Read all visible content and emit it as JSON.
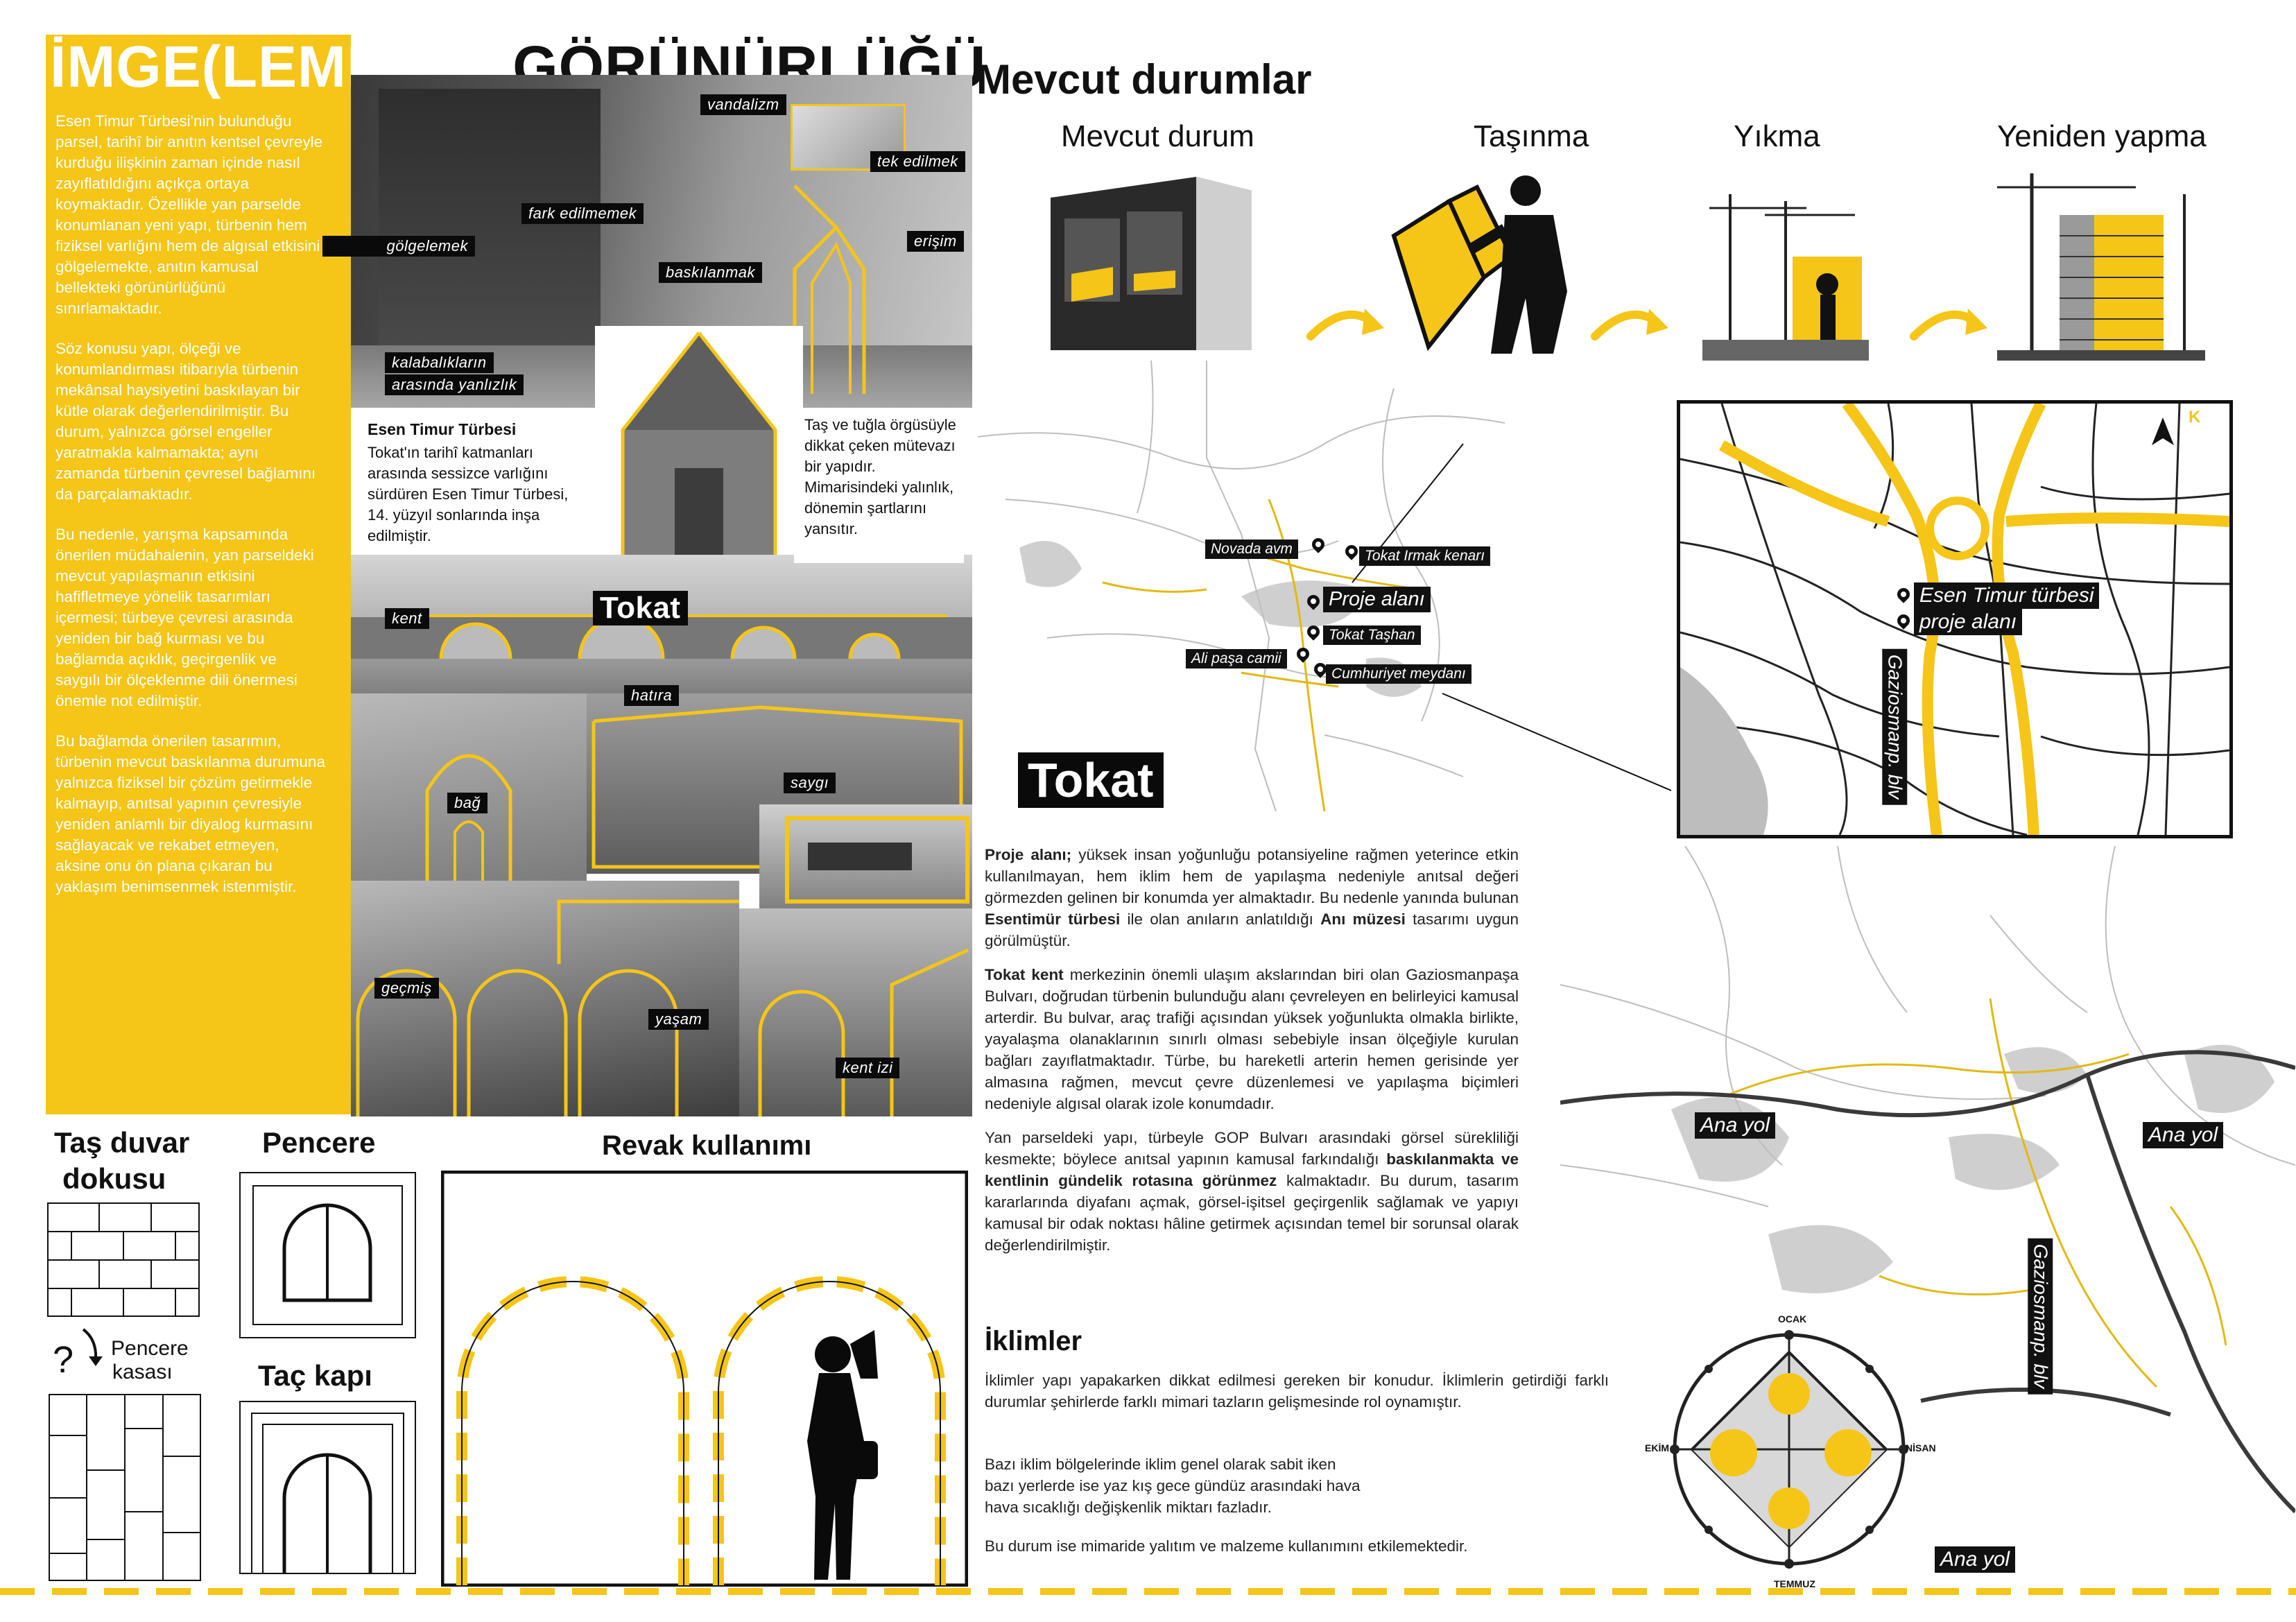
{
  "header": {
    "title_part1": "İMGE(LEME)nİn",
    "title_part2": "GÖRÜNÜRLÜĞÜ"
  },
  "left_panel": {
    "paragraph1": "Esen Timur Türbesi'nin bulunduğu parsel, tarihî bir anıtın kentsel çevreyle kurduğu ilişkinin zaman içinde nasıl zayıflatıldığını açıkça ortaya koymaktadır. Özellikle yan parselde konumlanan yeni yapı, türbenin hem fiziksel varlığını hem de algısal etkisini gölgelemekte, anıtın kamusal bellekteki görünürlüğünü sınırlamaktadır.",
    "paragraph2": "Söz konusu yapı, ölçeği ve konumlandırması itibarıyla türbenin mekânsal haysiyetini baskılayan bir kütle olarak değerlendirilmiştir. Bu durum, yalnızca görsel engeller yaratmakla kalmamakta; aynı zamanda türbenin çevresel bağlamını da parçalamaktadır.",
    "paragraph3": "Bu nedenle, yarışma kapsamında önerilen müdahalenin, yan parseldeki mevcut yapılaşmanın etkisini hafifletmeye yönelik tasarımları içermesi; türbeye çevresi arasında yeniden bir bağ kurması ve bu bağlamda açıklık, geçirgenlik ve saygılı bir ölçeklenme dili önermesi önemle not edilmiştir.",
    "paragraph4": "Bu bağlamda önerilen tasarımın, türbenin mevcut baskılanma durumuna yalnızca fiziksel bir çözüm getirmekle kalmayıp, anıtsal yapının çevresiyle yeniden anlamlı bir diyalog kurmasını sağlayacak ve rekabet etmeyen, aksine onu ön plana çıkaran bu yaklaşım benimsenmek istenmiştir."
  },
  "collage_tags": {
    "vandalizm": "vandalizm",
    "tek_edilmek": "tek edilmek",
    "fark_edilmemek": "fark edilmemek",
    "golgelemek": "gölgelemek",
    "erisim": "erişim",
    "baskilanmak": "baskılanmak",
    "kalabalik1": "kalabalıkların",
    "kalabalik2": "arasında yanlızlık",
    "kent": "kent",
    "tokat": "Tokat",
    "hatira": "hatıra",
    "saygi": "saygı",
    "bag": "bağ",
    "gecmis": "geçmiş",
    "yasam": "yaşam",
    "kent_izi": "kent izi"
  },
  "turbe_caption": {
    "title": "Esen Timur Türbesi",
    "body": "Tokat'ın tarihî katmanları arasında sessizce varlığını sürdüren Esen Timur Türbesi, 14. yüzyıl sonlarında inşa edilmiştir."
  },
  "stone_caption": "Taş ve tuğla örgüsüyle dikkat çeken mütevazı bir yapıdır. Mimarisindeki yalınlık, dönemin şartlarını yansıtır.",
  "current_states": {
    "heading": "Mevcut durumlar",
    "steps": [
      "Mevcut durum",
      "Taşınma",
      "Yıkma",
      "Yeniden yapma"
    ]
  },
  "city_map": {
    "labels": [
      "Novada avm",
      "Tokat Irmak kenarı",
      "Proje alanı",
      "Tokat Taşhan",
      "Ali paşa camii",
      "Cumhuriyet meydanı"
    ],
    "city_name": "Tokat"
  },
  "zoom_map": {
    "north": "K",
    "labels": [
      "Esen Timur türbesi",
      "proje alanı"
    ],
    "street": "Gaziosmanp. blv"
  },
  "project_text": {
    "p1_bold": "Proje alanı;",
    "p1": " yüksek insan yoğunluğu potansiyeline rağmen yeterince etkin kullanılmayan, hem iklim hem de yapılaşma nedeniyle anıtsal değeri görmezden gelinen bir konumda yer almaktadır. Bu nedenle yanında bulunan ",
    "p1_bold2": "Esentimür türbesi",
    "p1_mid": " ile olan anıların anlatıldığı ",
    "p1_bold3": "Anı müzesi",
    "p1_end": " tasarımı uygun görülmüştür.",
    "p2_bold": "Tokat kent",
    "p2": " merkezinin önemli ulaşım akslarından biri olan Gaziosmanpaşa Bulvarı, doğrudan türbenin bulunduğu alanı çevreleyen en belirleyici kamusal arterdir. Bu bulvar, araç trafiği açısından yüksek yoğunlukta olmakla birlikte, yayalaşma olanaklarının sınırlı olması sebebiyle insan ölçeğiyle kurulan bağları zayıflatmaktadır. Türbe, bu hareketli arterin hemen gerisinde yer almasına rağmen, mevcut çevre düzenlemesi ve yapılaşma biçimleri nedeniyle algısal olarak izole konumdadır.",
    "p3": "Yan parseldeki yapı, türbeyle GOP Bulvarı arasındaki görsel sürekliliği kesmekte; böylece anıtsal yapının kamusal farkındalığı ",
    "p3_bold": "baskılanmakta ve kentlinin gündelik rotasına görünmez",
    "p3_end": " kalmaktadır. Bu durum, tasarım kararlarında diyafanı açmak, görsel-işitsel geçirgenlik sağlamak ve yapıyı kamusal bir odak noktası hâline getirmek açısından temel bir sorunsal olarak değerlendirilmiştir."
  },
  "climate": {
    "heading": "İklimler",
    "p1": "İklimler yapı yapakarken dikkat edilmesi gereken bir konudur. İklimlerin getirdiği farklı durumlar şehirlerde farklı mimari tazların gelişmesinde rol oynamıştır.",
    "p2": "Bazı iklim bölgelerinde iklim genel olarak sabit iken",
    "p3": "bazı yerlerde ise yaz kış gece gündüz arasındaki hava",
    "p4": "hava sıcaklığı değişkenlik miktarı fazladır.",
    "p5": "Bu durum ise mimaride yalıtım ve malzeme kullanımını etkilemektedir.",
    "months": {
      "top": "OCAK",
      "right": "NİSAN",
      "bottom": "TEMMUZ",
      "left": "EKİM"
    }
  },
  "big_map": {
    "labels": [
      "Ana yol",
      "Ana yol",
      "Ana yol"
    ],
    "street": "Gaziosmanp. blv"
  },
  "details": {
    "stone_title1": "Taş duvar",
    "stone_title2": "dokusu",
    "window_title": "Pencere",
    "question": "?",
    "frame1": "Pencere",
    "frame2": "kasası",
    "portal_title": "Taç kapı",
    "arcade_title": "Revak kullanımı"
  },
  "colors": {
    "accent": "#f5c518",
    "ink": "#0a0a0a"
  }
}
